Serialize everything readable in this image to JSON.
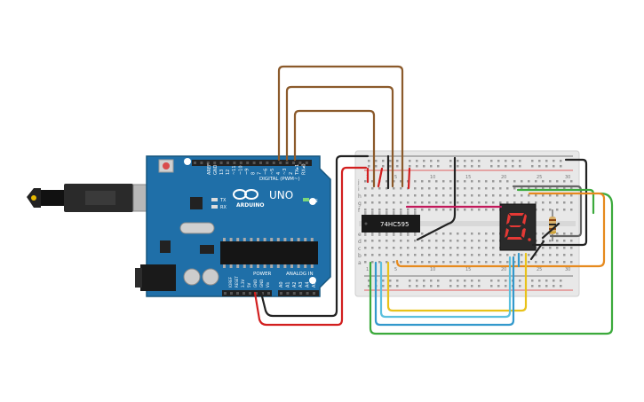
{
  "arduino": {
    "brand": "ARDUINO",
    "model": "UNO",
    "digital_label": "DIGITAL (PWM~)",
    "power_label": "POWER",
    "analog_label": "ANALOG IN",
    "on_label": "ON",
    "tx_label": "TX",
    "rx_label": "RX",
    "aref_label": "AREF",
    "gnd_label": "GND",
    "power_pins": [
      "IOREF",
      "RESET",
      "3.3V",
      "5V",
      "GND",
      "GND",
      "Vin"
    ],
    "analog_pins": [
      "A0",
      "A1",
      "A2",
      "A3",
      "A4",
      "A5"
    ],
    "digital_pins": [
      "13",
      "12",
      "~11",
      "~10",
      "~9",
      "8",
      "7",
      "~6",
      "~5",
      "4",
      "~3",
      "2",
      "TX▸1",
      "RX◂0"
    ]
  },
  "chip": {
    "label": "74HC595"
  },
  "breadboard": {
    "row_letters_top": [
      "j",
      "i",
      "h",
      "g",
      "f"
    ],
    "row_letters_bottom": [
      "e",
      "d",
      "c",
      "b",
      "a"
    ],
    "column_numbers": [
      "1",
      "5",
      "10",
      "15",
      "20",
      "25",
      "30"
    ]
  },
  "colors": {
    "board": "#1f6fa8",
    "board_edge": "#17577f",
    "wire_brown": "#8b5a2b",
    "wire_red": "#d21f1f",
    "wire_black": "#222222",
    "wire_green": "#3caa3c",
    "wire_orange": "#e68a1e",
    "wire_yellow": "#e8c21a",
    "wire_blue": "#3399cc",
    "wire_cyan": "#5bc0de",
    "wire_magenta": "#c2185b",
    "segment_on": "#e53935"
  },
  "icons": {
    "usb": "usb-plug-icon",
    "power_jack": "dc-jack-icon",
    "reset": "reset-button-icon",
    "display": "seven-segment-icon",
    "resistor": "resistor-icon"
  }
}
